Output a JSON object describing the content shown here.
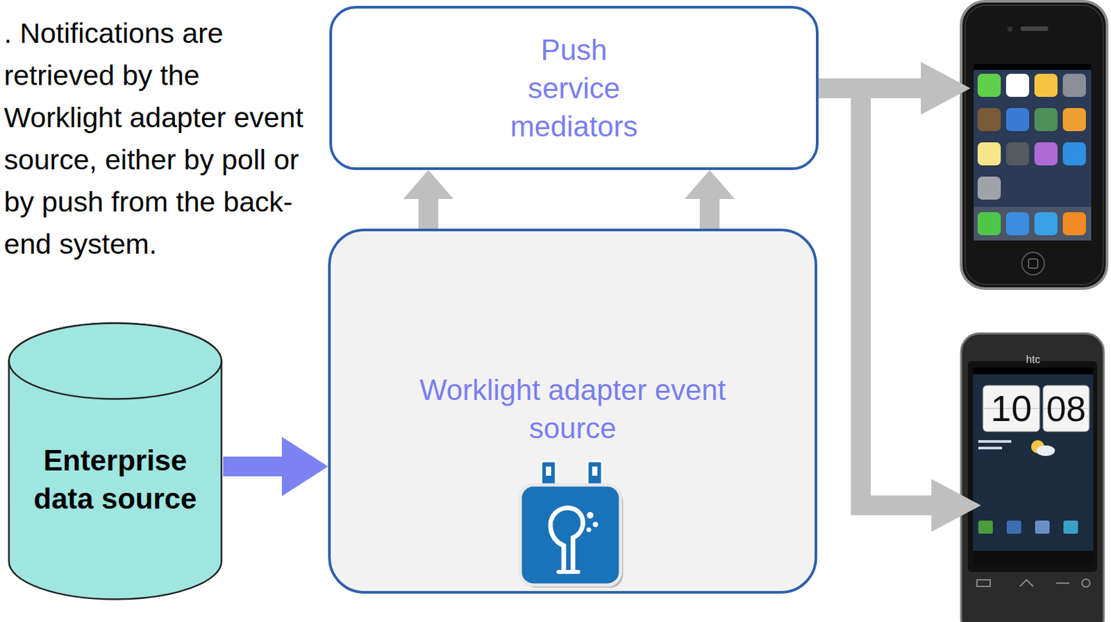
{
  "diagram": {
    "nodes": [
      {
        "text": [
          "Push service mediators"
        ]
      },
      {
        "text": [
          "Worklight adapter event source"
        ]
      },
      {
        "text": [
          "Enterprise data source"
        ]
      }
    ],
    "edges": [
      {
        "from": 1,
        "to": 0,
        "arrow": "to"
      },
      {
        "from": 1,
        "to": 0,
        "arrow": "to"
      },
      {
        "from": 2,
        "to": 1,
        "arrow": "to"
      }
    ],
    "labels": [
      ". Notifications are retrieved by the Worklight adapter event source, either by poll or by push from the back-end system.",
      "htc",
      "10",
      "08"
    ]
  }
}
